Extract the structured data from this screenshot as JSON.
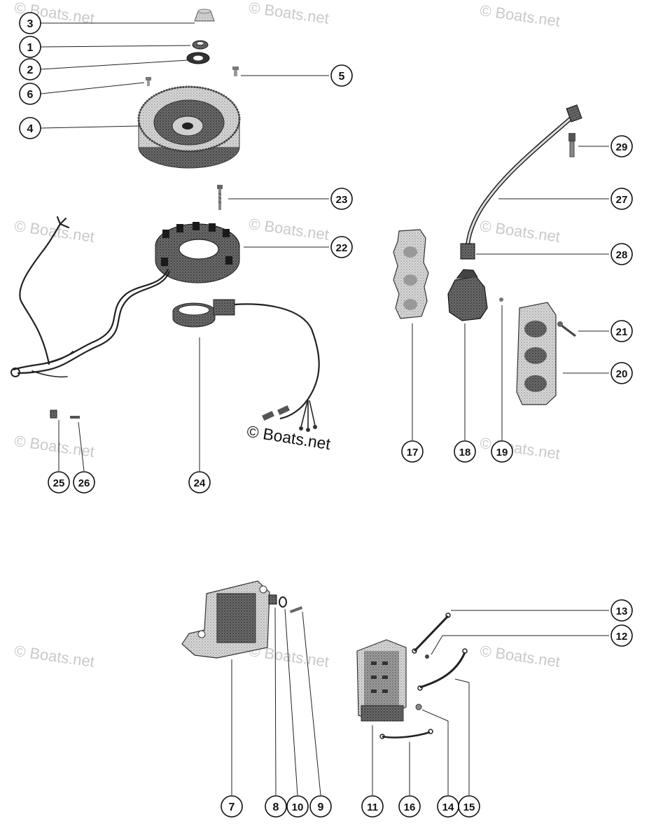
{
  "diagram": {
    "watermark": "© Boats.net",
    "callouts": [
      "1",
      "2",
      "3",
      "4",
      "5",
      "6",
      "7",
      "8",
      "9",
      "10",
      "11",
      "12",
      "13",
      "14",
      "15",
      "16",
      "17",
      "18",
      "19",
      "20",
      "21",
      "22",
      "23",
      "24",
      "25",
      "26",
      "27",
      "28",
      "29"
    ]
  }
}
